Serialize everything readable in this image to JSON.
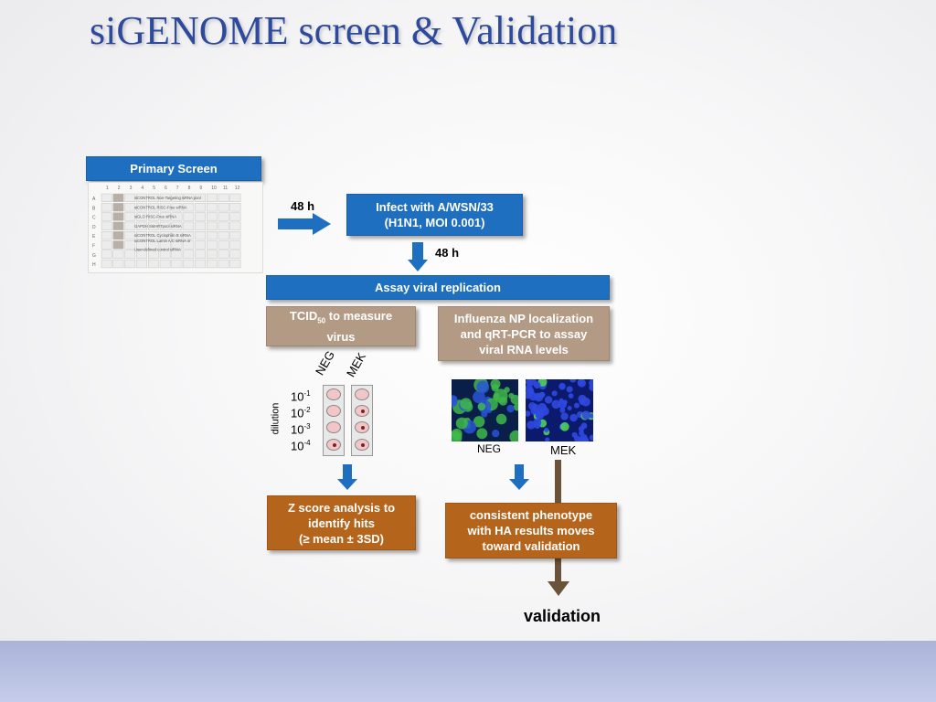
{
  "title": "siGENOME screen & Validation",
  "boxes": {
    "primary_screen": "Primary Screen",
    "infect_line1": "Infect with A/WSN/33",
    "infect_line2": "(H1N1, MOI 0.001)",
    "assay": "Assay viral replication",
    "tcid_prefix": "TCID",
    "tcid_sub": "50",
    "tcid_suffix": " to measure",
    "tcid_line2": "virus",
    "influenza_line1": "Influenza NP localization",
    "influenza_line2": "and qRT-PCR to assay",
    "influenza_line3": "viral  RNA levels",
    "zscore_line1": "Z score analysis to",
    "zscore_line2": "identify hits",
    "zscore_line3": "(≥ mean ± 3SD)",
    "consistent_line1": "consistent phenotype",
    "consistent_line2": "with HA results moves",
    "consistent_line3": "toward validation"
  },
  "labels": {
    "time_48h_a": "48 h",
    "time_48h_b": "48 h",
    "neg_tube": "NEG",
    "mek_tube": "MEK",
    "dilution": "dilution",
    "dil_base": "10",
    "dil_exp": [
      "-1",
      "-2",
      "-3",
      "-4"
    ],
    "neg_img": "NEG",
    "mek_img": "MEK",
    "validation": "validation"
  },
  "plate": {
    "rows": [
      "A",
      "B",
      "C",
      "D",
      "E",
      "F",
      "G",
      "H"
    ],
    "cols": [
      "1",
      "2",
      "3",
      "4",
      "5",
      "6",
      "7",
      "8",
      "9",
      "10",
      "11",
      "12"
    ],
    "legend": [
      "siCONTROL Non-Targeting siRNA pool",
      "siCONTROL RISC-Free siRNA",
      "siGLO RISC-Free siRNA",
      "GAPDH SMARTpool siRNA",
      "siCONTROL Cyclophilin B siRNA",
      "siCONTROL Lamin A/C  siRNA or",
      "User-defined control siRNA"
    ]
  },
  "colors": {
    "blue_box": "#1f6fc1",
    "tan_box": "#b39a85",
    "orange_box": "#b5641b",
    "brown_arrow": "#6b5238",
    "title": "#2e4a9c"
  }
}
